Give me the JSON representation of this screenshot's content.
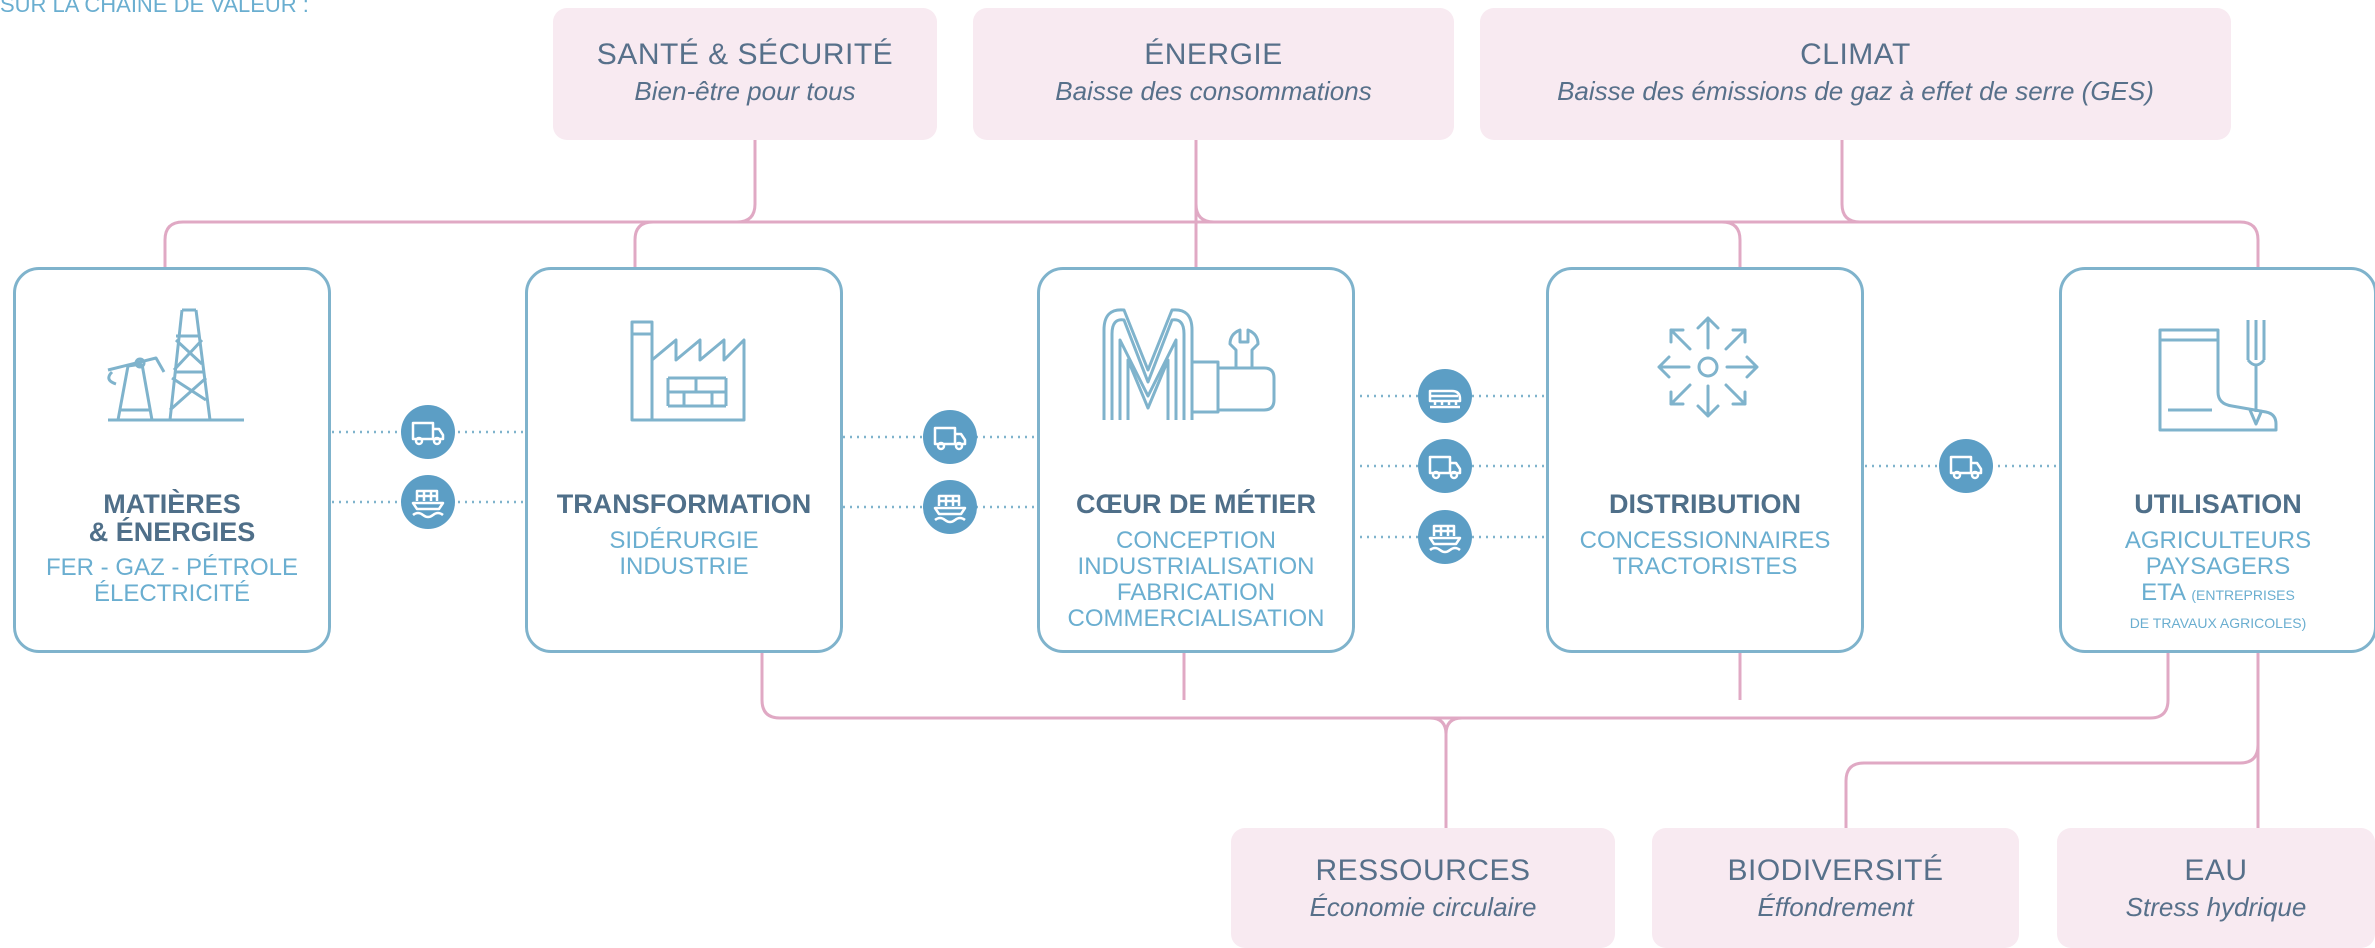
{
  "header_fragment": "SUR LA CHAÎNE DE VALEUR :",
  "impacts_top": [
    {
      "title": "SANTÉ & SÉCURITÉ",
      "subtitle": "Bien-être pour tous"
    },
    {
      "title": "ÉNERGIE",
      "subtitle": "Baisse des consommations"
    },
    {
      "title": "CLIMAT",
      "subtitle": "Baisse des émissions de gaz à effet de serre (GES)"
    }
  ],
  "impacts_bottom": [
    {
      "title": "RESSOURCES",
      "subtitle": "Économie circulaire"
    },
    {
      "title": "BIODIVERSITÉ",
      "subtitle": "Éffondrement"
    },
    {
      "title": "EAU",
      "subtitle": "Stress hydrique"
    }
  ],
  "stages": [
    {
      "icon": "oil-pump-icon",
      "title_line1": "MATIÈRES",
      "title_line2": "& ÉNERGIES",
      "sub_line1": "FER - GAZ - PÉTROLE",
      "sub_line2": "ÉLECTRICITÉ"
    },
    {
      "icon": "factory-icon",
      "title": "TRANSFORMATION",
      "sub_line1": "SIDÉRURGIE",
      "sub_line2": "INDUSTRIE"
    },
    {
      "icon": "m-logo-wrench-icon",
      "title": "CŒUR DE MÉTIER",
      "sub_line1": "CONCEPTION",
      "sub_line2": "INDUSTRIALISATION",
      "sub_line3": "FABRICATION",
      "sub_line4": "COMMERCIALISATION"
    },
    {
      "icon": "distribution-arrows-icon",
      "title": "DISTRIBUTION",
      "sub_line1": "CONCESSIONNAIRES",
      "sub_line2": "TRACTORISTES"
    },
    {
      "icon": "boot-fork-icon",
      "title": "UTILISATION",
      "sub_line1": "AGRICULTEURS",
      "sub_line2": "PAYSAGERS",
      "sub_line3": "ETA",
      "sub_small1": "(ENTREPRISES",
      "sub_small2": "DE TRAVAUX AGRICOLES)"
    }
  ],
  "transport_icons": [
    "truck-icon",
    "ship-icon",
    "train-icon"
  ],
  "colors": {
    "stage_border": "#7fb3cc",
    "title": "#4f6f89",
    "subtitle": "#6aaed0",
    "impact_bg": "#f8eaf1",
    "connector": "#e0a9c4",
    "transport_bg": "#5c9ec5"
  }
}
